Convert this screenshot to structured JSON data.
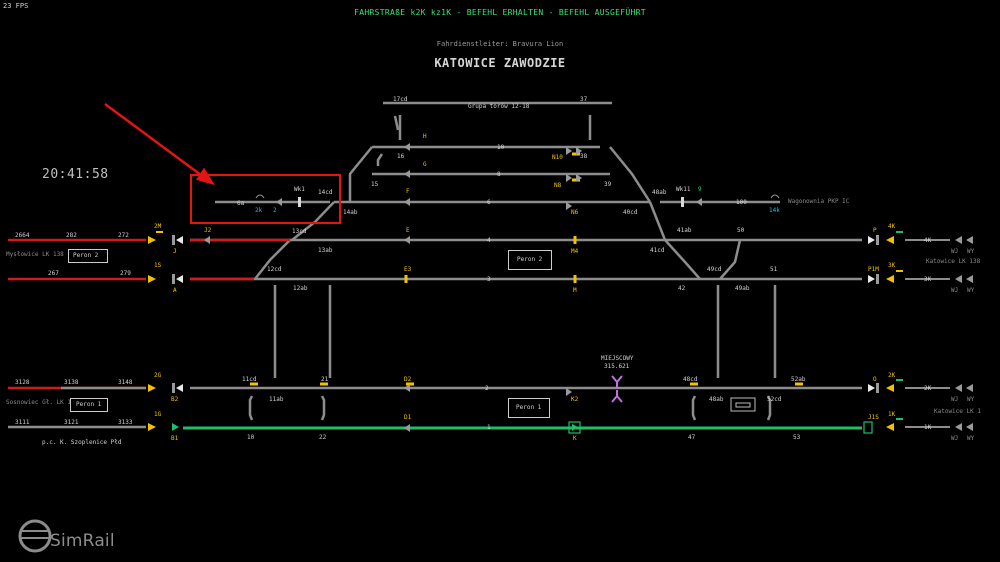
{
  "fps": "23 FPS",
  "status_line": "FAHRSTRAßE k2K kz1K - BEFEHL ERHALTEN - BEFEHL AUSGEFÜHRT",
  "dispatcher": "Fahrdienstleiter: Bravura Lion",
  "station": "KATOWICE ZAWODZIE",
  "clock": "20:41:58",
  "group_label": "Grupa torów 12-18",
  "platforms": {
    "peron2_left": "Peron 2",
    "peron2_mid": "Peron 2",
    "peron1_left": "Peron 1",
    "peron1_mid": "Peron 1"
  },
  "lines": {
    "left_top": "Mysłowice LK 138",
    "left_bottom": "Sosnowiec Gł. LK 1",
    "right_top": "Katowice LK 138",
    "right_bottom": "Katowice LK 1",
    "wagonownia": "Wagonownia PKP IC",
    "pc": "p.c.  K. Szoplenice Płd"
  },
  "local": {
    "title": "MIEJSCOWY",
    "km": "315.621"
  },
  "signals": {
    "2M": "2M",
    "1S": "1S",
    "2G": "2G",
    "1G": "1G",
    "J": "J",
    "A": "A",
    "B2": "B2",
    "B1": "B1",
    "4K": "4K",
    "3K": "3K",
    "2K": "2K",
    "1K": "1K",
    "P": "P",
    "P1M": "P1M",
    "O": "O",
    "J1S": "J1S",
    "H": "H",
    "G": "G",
    "F": "F",
    "E": "E",
    "E3": "E3",
    "D2": "D2",
    "D1": "D1",
    "N10": "N10",
    "N8": "N8",
    "N6": "N6",
    "M4": "M4",
    "M": "M",
    "K2": "K2",
    "K": "K",
    "J2": "J2"
  },
  "track_labels": {
    "t2664": "2664",
    "t282": "282",
    "t272": "272",
    "t267": "267",
    "t279": "279",
    "t3128": "3128",
    "t3138": "3138",
    "t3148": "3148",
    "t3111": "3111",
    "t3121": "3121",
    "t3133": "3133",
    "t17cd": "17cd",
    "t37": "37",
    "t16": "16",
    "t38": "38",
    "t15": "15",
    "t39": "39",
    "t10": "10",
    "t8": "8",
    "t6": "6",
    "t4": "4",
    "t3": "3",
    "t2": "2",
    "t1": "1",
    "t6a": "6a",
    "t2k": "2k",
    "t2b": "2",
    "tWk1": "Wk1",
    "t14cd": "14cd",
    "t14ab": "14ab",
    "t13cd": "13cd",
    "t13ab": "13ab",
    "t12cd": "12cd",
    "t12ab": "12ab",
    "t11cd": "11cd",
    "t11ab": "11ab",
    "t10b": "10",
    "t21": "21",
    "t22": "22",
    "t48ab": "48ab",
    "tWk11": "Wk11",
    "t9": "9",
    "t100": "100",
    "t14k": "14k",
    "t40cd": "40cd",
    "t41ab": "41ab",
    "t41cd": "41cd",
    "t50": "50",
    "t49cd": "49cd",
    "t49ab": "49ab",
    "t51": "51",
    "t42": "42",
    "t48cd": "48cd",
    "t48ab2": "48ab",
    "t52cd": "52cd",
    "t52ab": "52ab",
    "t47": "47",
    "t53": "53",
    "r4K": "4K",
    "r3K": "3K",
    "r2K": "2K",
    "r1K": "1K",
    "wj": "WJ",
    "wy": "WY"
  },
  "logo": "SimRail",
  "colors": {
    "track": "#8d8d8d",
    "occupied": "#d11a1a",
    "route": "#1fbf6a",
    "signal_yellow": "#f2c200"
  }
}
